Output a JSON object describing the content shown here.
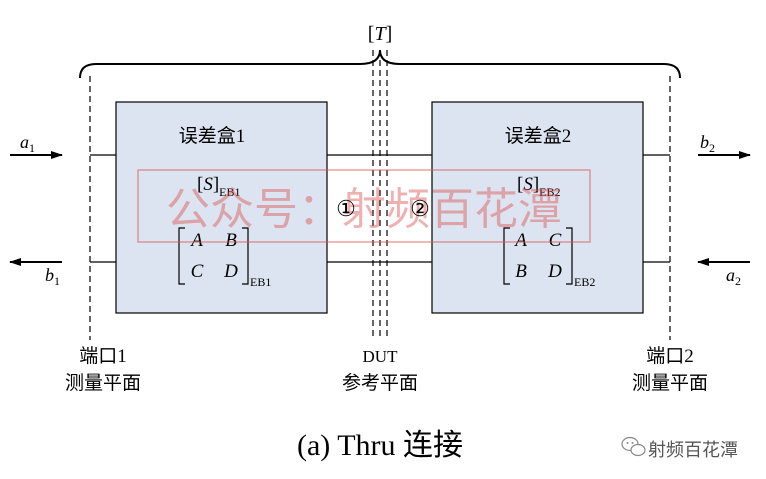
{
  "diagram": {
    "top_label": "[T]",
    "error_box_1": {
      "title": "误差盒1",
      "s_matrix": "[S]",
      "s_sub": "EB1",
      "abcd": [
        "A",
        "B",
        "C",
        "D"
      ],
      "abcd_sub": "EB1"
    },
    "error_box_2": {
      "title": "误差盒2",
      "s_matrix": "[S]",
      "s_sub": "EB2",
      "abcd": [
        "A",
        "C",
        "B",
        "D"
      ],
      "abcd_sub": "EB2"
    },
    "waves": {
      "a1": "a",
      "a1_sub": "1",
      "b1": "b",
      "b1_sub": "1",
      "b2": "b",
      "b2_sub": "2",
      "a2": "a",
      "a2_sub": "2"
    },
    "markers": {
      "one": "①",
      "two": "②"
    },
    "planes": {
      "port1": [
        "端口1",
        "测量平面"
      ],
      "dut": [
        "DUT",
        "参考平面"
      ],
      "port2": [
        "端口2",
        "测量平面"
      ]
    },
    "caption": "(a) Thru 连接",
    "watermark": "公众号：射频百花潭",
    "logo_text": "射频百花潭",
    "colors": {
      "box_fill": "#dde4f1",
      "watermark": "#d9534f"
    }
  }
}
